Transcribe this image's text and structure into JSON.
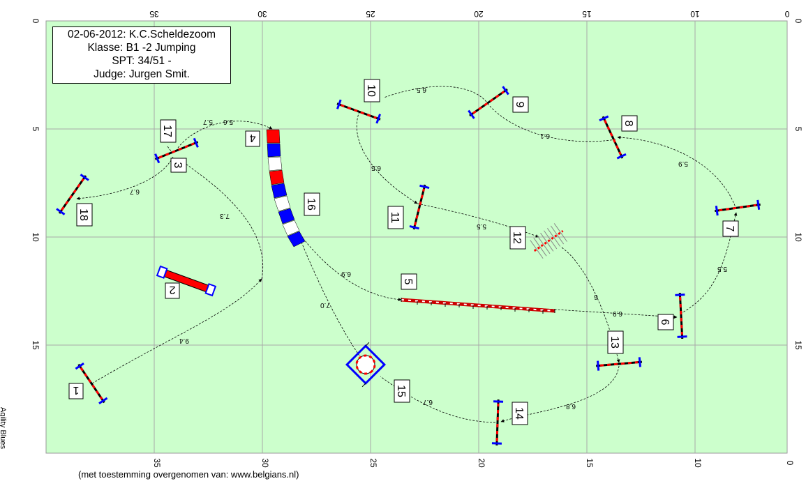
{
  "header": {
    "date_club": "02-06-2012: K.C.Scheldezoom",
    "class": "Klasse: B1 -2 Jumping",
    "spt": "SPT: 34/51 -",
    "judge": "Judge: Jurgen Smit."
  },
  "credit": "(met toestemming overgenomen van: www.belgians.nl)",
  "brand": "Agility Blues",
  "ruler": {
    "x_ticks": [
      "35",
      "30",
      "25",
      "20",
      "15",
      "10",
      "0"
    ],
    "y_ticks": [
      "0",
      "5",
      "10",
      "15"
    ]
  },
  "obstacles": [
    {
      "number": "1",
      "type": "hurdle"
    },
    {
      "number": "2",
      "type": "table"
    },
    {
      "number": "3",
      "type": "hurdle"
    },
    {
      "number": "4",
      "type": "tunnel"
    },
    {
      "number": "5",
      "type": "dogwalk"
    },
    {
      "number": "6",
      "type": "hurdle"
    },
    {
      "number": "7",
      "type": "hurdle"
    },
    {
      "number": "8",
      "type": "hurdle"
    },
    {
      "number": "9",
      "type": "hurdle"
    },
    {
      "number": "10",
      "type": "hurdle"
    },
    {
      "number": "11",
      "type": "hurdle"
    },
    {
      "number": "12",
      "type": "weave"
    },
    {
      "number": "13",
      "type": "hurdle"
    },
    {
      "number": "14",
      "type": "hurdle"
    },
    {
      "number": "15",
      "type": "tyre"
    },
    {
      "number": "16",
      "type": "tunnel"
    },
    {
      "number": "17",
      "type": "hurdle"
    },
    {
      "number": "18",
      "type": "hurdle"
    }
  ],
  "distances": [
    "9.4",
    "7.3",
    "5.6",
    "6.9",
    "6.9",
    "5.5",
    "5.9",
    "6.1",
    "6.5",
    "6.5",
    "5.5",
    "6",
    "6.8",
    "6.7",
    "7.0",
    "5.7",
    "6.7"
  ],
  "colors": {
    "field": "#ccffcc",
    "grid": "#a8a8a8",
    "pole_red": "#ff0000",
    "pole_blue": "#0000ff",
    "tunnel_red": "#ff0000",
    "tunnel_blue": "#0000ff"
  }
}
